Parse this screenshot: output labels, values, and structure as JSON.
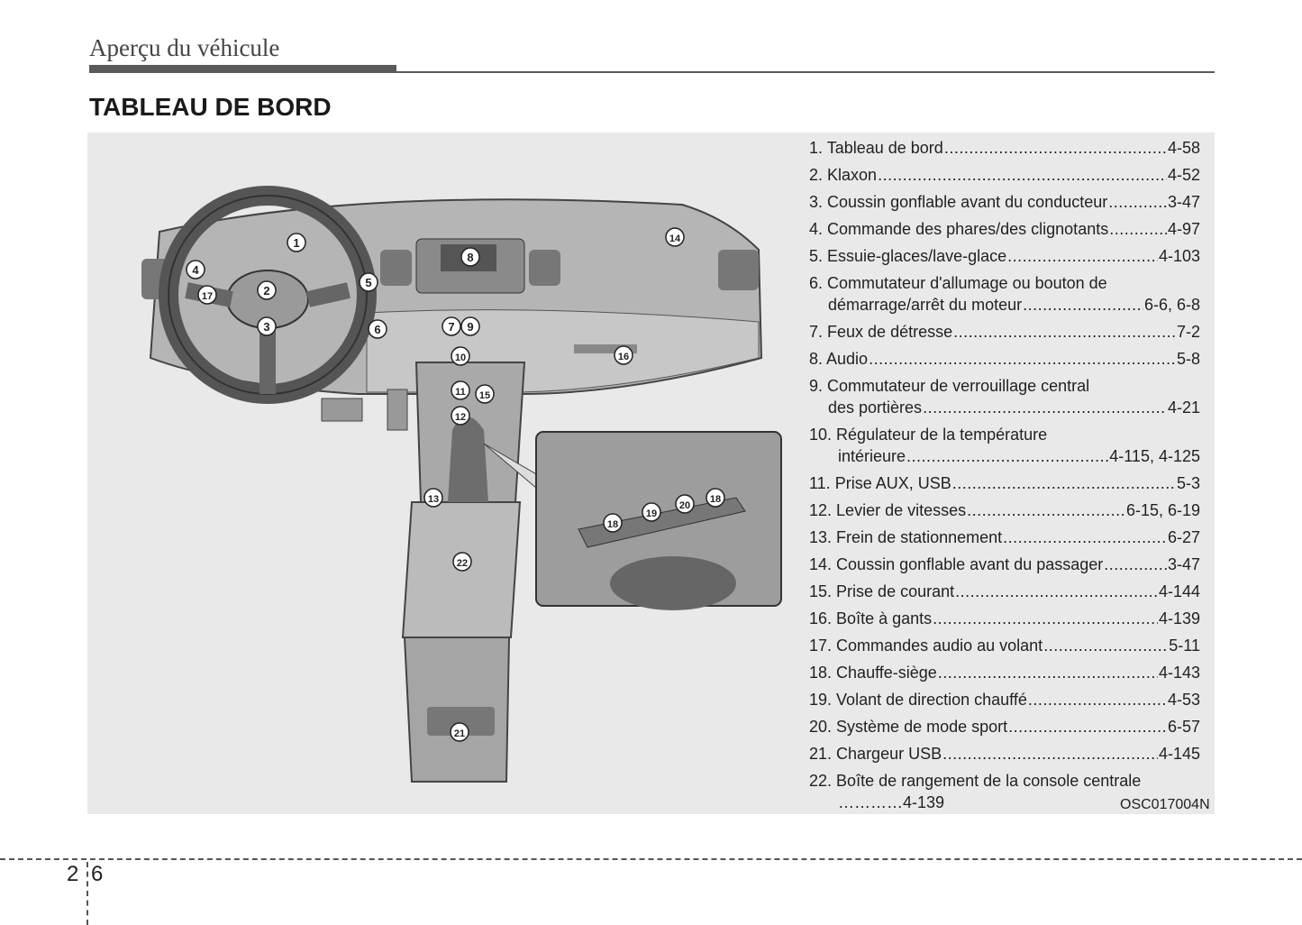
{
  "header": {
    "section": "Aperçu du véhicule",
    "title": "TABLEAU DE BORD"
  },
  "items": [
    {
      "num": "1.",
      "label": "Tableau de bord",
      "page": "4-58"
    },
    {
      "num": "2.",
      "label": "Klaxon",
      "page": "4-52"
    },
    {
      "num": "3.",
      "label": "Coussin gonflable avant du conducteur",
      "page": "3-47"
    },
    {
      "num": "4.",
      "label": "Commande des phares/des clignotants",
      "page": "4-97"
    },
    {
      "num": "5.",
      "label": "Essuie-glaces/lave-glace",
      "page": "4-103"
    },
    {
      "num": "6.",
      "label": "Commutateur d'allumage ou bouton de",
      "label2": "démarrage/arrêt du moteur",
      "page": "6-6, 6-8"
    },
    {
      "num": "7.",
      "label": "Feux de détresse",
      "page": "7-2"
    },
    {
      "num": "8.",
      "label": "Audio",
      "page": "5-8"
    },
    {
      "num": "9.",
      "label": "Commutateur de verrouillage central",
      "label2": "des portières",
      "page": "4-21"
    },
    {
      "num": "10.",
      "label": "Régulateur de la température",
      "label2": "intérieure",
      "page": "4-115, 4-125"
    },
    {
      "num": "11.",
      "label": "Prise AUX, USB",
      "page": "5-3"
    },
    {
      "num": "12.",
      "label": "Levier de vitesses",
      "page": "6-15, 6-19"
    },
    {
      "num": "13.",
      "label": "Frein de stationnement",
      "page": "6-27"
    },
    {
      "num": "14.",
      "label": "Coussin gonflable avant du passager",
      "page": "3-47"
    },
    {
      "num": "15.",
      "label": "Prise de courant",
      "page": "4-144"
    },
    {
      "num": "16.",
      "label": "Boîte à gants",
      "page": "4-139"
    },
    {
      "num": "17.",
      "label": "Commandes audio au volant",
      "page": "5-11"
    },
    {
      "num": "18.",
      "label": "Chauffe-siège",
      "page": "4-143"
    },
    {
      "num": "19.",
      "label": "Volant de direction chauffé",
      "page": "4-53"
    },
    {
      "num": "20.",
      "label": "Système de mode sport",
      "page": "6-57"
    },
    {
      "num": "21.",
      "label": "Chargeur USB",
      "page": "4-145"
    },
    {
      "num": "22.",
      "label": "Boîte de rangement de la console centrale",
      "label2": "…………4-139"
    }
  ],
  "figure_code": "OSC017004N",
  "callouts": {
    "c1": "1",
    "c2": "2",
    "c3": "3",
    "c4": "4",
    "c5": "5",
    "c6": "6",
    "c7": "7",
    "c8": "8",
    "c9": "9",
    "c10": "10",
    "c11": "11",
    "c12": "12",
    "c13": "13",
    "c14": "14",
    "c15": "15",
    "c16": "16",
    "c17": "17",
    "c18a": "18",
    "c18b": "18",
    "c19": "19",
    "c20": "20",
    "c21": "21",
    "c22": "22"
  },
  "footer": {
    "chapter": "2",
    "page": "6"
  }
}
